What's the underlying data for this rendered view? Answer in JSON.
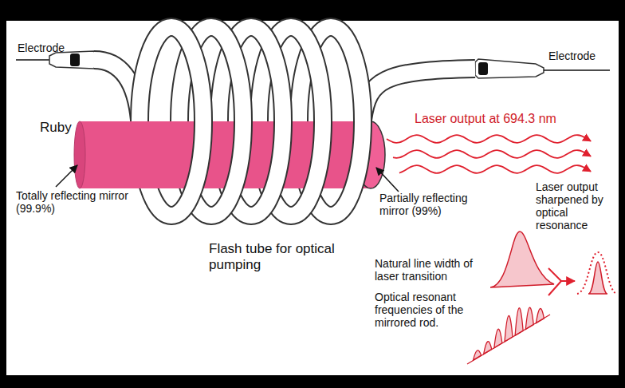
{
  "diagram": {
    "labels": [
      "Electrode",
      "Electrode",
      "Ruby",
      "Laser output at 694.3 nm",
      "Totally reflecting mirror (99.9%)",
      "Partially reflecting mirror (99%)",
      "Laser output sharpened by optical resonance",
      "Flash tube for optical pumping",
      "Natural line width of laser transition",
      "Optical resonant frequencies of the mirrored rod."
    ]
  }
}
